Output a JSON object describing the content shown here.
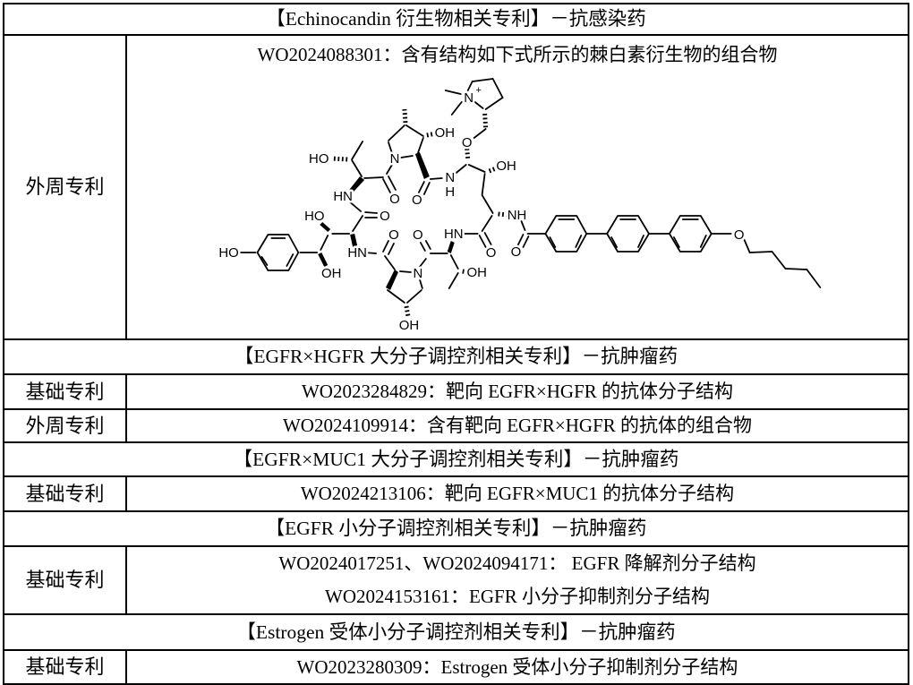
{
  "sections": [
    {
      "header": "【Echinocandin 衍生物相关专利】－抗感染药",
      "rows": [
        {
          "label": "外周专利",
          "lines": [
            "WO2024088301：含有结构如下式所示的棘白素衍生物的组合物"
          ]
        }
      ]
    },
    {
      "header": "【EGFR×HGFR 大分子调控剂相关专利】－抗肿瘤药",
      "rows": [
        {
          "label": "基础专利",
          "lines": [
            "WO2023284829：靶向 EGFR×HGFR 的抗体分子结构"
          ]
        },
        {
          "label": "外周专利",
          "lines": [
            "WO2024109914：含有靶向 EGFR×HGFR 的抗体的组合物"
          ]
        }
      ]
    },
    {
      "header": "【EGFR×MUC1 大分子调控剂相关专利】－抗肿瘤药",
      "rows": [
        {
          "label": "基础专利",
          "lines": [
            "WO2024213106：靶向 EGFR×MUC1 的抗体分子结构"
          ]
        }
      ]
    },
    {
      "header": "【EGFR 小分子调控剂相关专利】－抗肿瘤药",
      "rows": [
        {
          "label": "基础专利",
          "lines": [
            "WO2024017251、WO2024094171：  EGFR 降解剂分子结构",
            "WO2024153161：EGFR 小分子抑制剂分子结构"
          ]
        }
      ]
    },
    {
      "header": "【Estrogen 受体小分子调控剂相关专利】－抗肿瘤药",
      "rows": [
        {
          "label": "基础专利",
          "lines": [
            "WO2023280309：Estrogen 受体小分子抑制剂分子结构"
          ]
        }
      ]
    }
  ],
  "molecule": {
    "description": "echinocandin-derivative cyclic peptide with terphenyl pentyloxy side chain",
    "labels": [
      "HO",
      "N",
      "OH",
      "N",
      "+",
      "O",
      "OH",
      "N",
      "H",
      "HN",
      "O",
      "O",
      "HO",
      "O",
      "HN",
      "O",
      "O",
      "HN",
      "NH",
      "O",
      "O",
      "OH",
      "N",
      "OH",
      "OH",
      "HO",
      "O"
    ]
  }
}
